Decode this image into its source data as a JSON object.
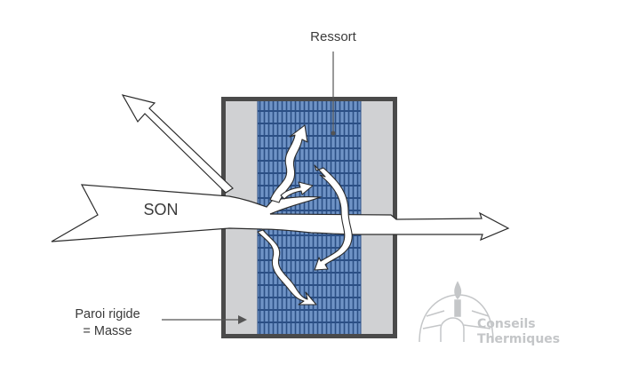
{
  "labels": {
    "spring": "Ressort",
    "sound": "SON",
    "wall_line1": "Paroi rigide",
    "wall_line2": "= Masse"
  },
  "logo": {
    "line1": "Conseils",
    "line2": "Thermiques",
    "icon": "igloo-flame-icon"
  },
  "colors": {
    "wall_frame": "#4a4a4a",
    "wall_mass": "#d0d1d3",
    "spring_fill": "#6f93c6",
    "spring_line": "#2b4f85",
    "arrow_stroke": "#2c2c2c",
    "logo_grey": "#c4c6c8"
  }
}
